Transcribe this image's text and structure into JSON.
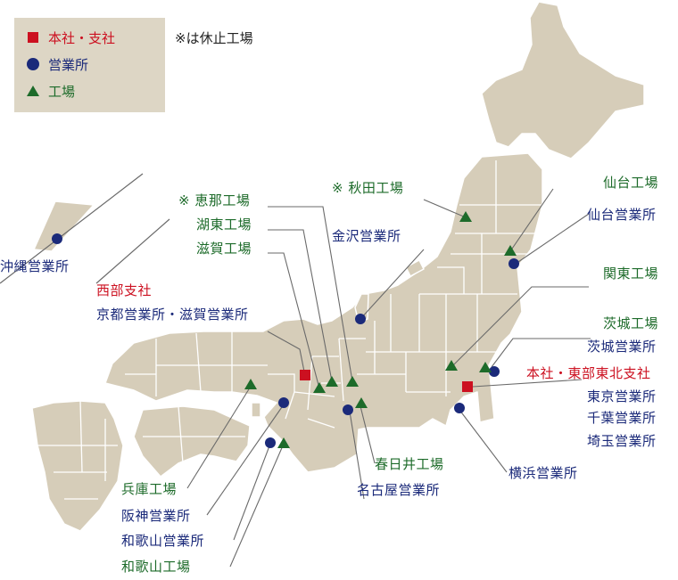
{
  "legend": {
    "hq_label": "本社・支社",
    "office_label": "営業所",
    "factory_label": "工場"
  },
  "note": "※は休止工場",
  "labels": {
    "okinawa_office": "沖縄営業所",
    "ena_factory": "※ 恵那工場",
    "koto_factory": "湖東工場",
    "shiga_factory": "滋賀工場",
    "akita_factory": "※ 秋田工場",
    "kanazawa_office": "金沢営業所",
    "sendai_factory": "仙台工場",
    "sendai_office": "仙台営業所",
    "western_branch": "西部支社",
    "kyoto_shiga_office": "京都営業所・滋賀営業所",
    "kanto_factory": "関東工場",
    "ibaraki_factory": "茨城工場",
    "ibaraki_office": "茨城営業所",
    "hq_east_branch": "本社・東部東北支社",
    "tokyo_office": "東京営業所",
    "chiba_office": "千葉営業所",
    "saitama_office": "埼玉営業所",
    "kasugai_factory": "春日井工場",
    "nagoya_office": "名古屋営業所",
    "yokohama_office": "横浜営業所",
    "hyogo_factory": "兵庫工場",
    "hanshin_office": "阪神営業所",
    "wakayama_office": "和歌山営業所",
    "wakayama_factory": "和歌山工場"
  },
  "colors": {
    "land": "#d6cdb9",
    "border": "#ffffff",
    "hq": "#cc1020",
    "office": "#1b2a7a",
    "factory": "#1d6b2a",
    "leader": "#6a6a6a",
    "legend_bg": "#ddd6c5"
  },
  "icons": {
    "hq": "red-square",
    "office": "navy-circle",
    "factory": "green-triangle"
  }
}
